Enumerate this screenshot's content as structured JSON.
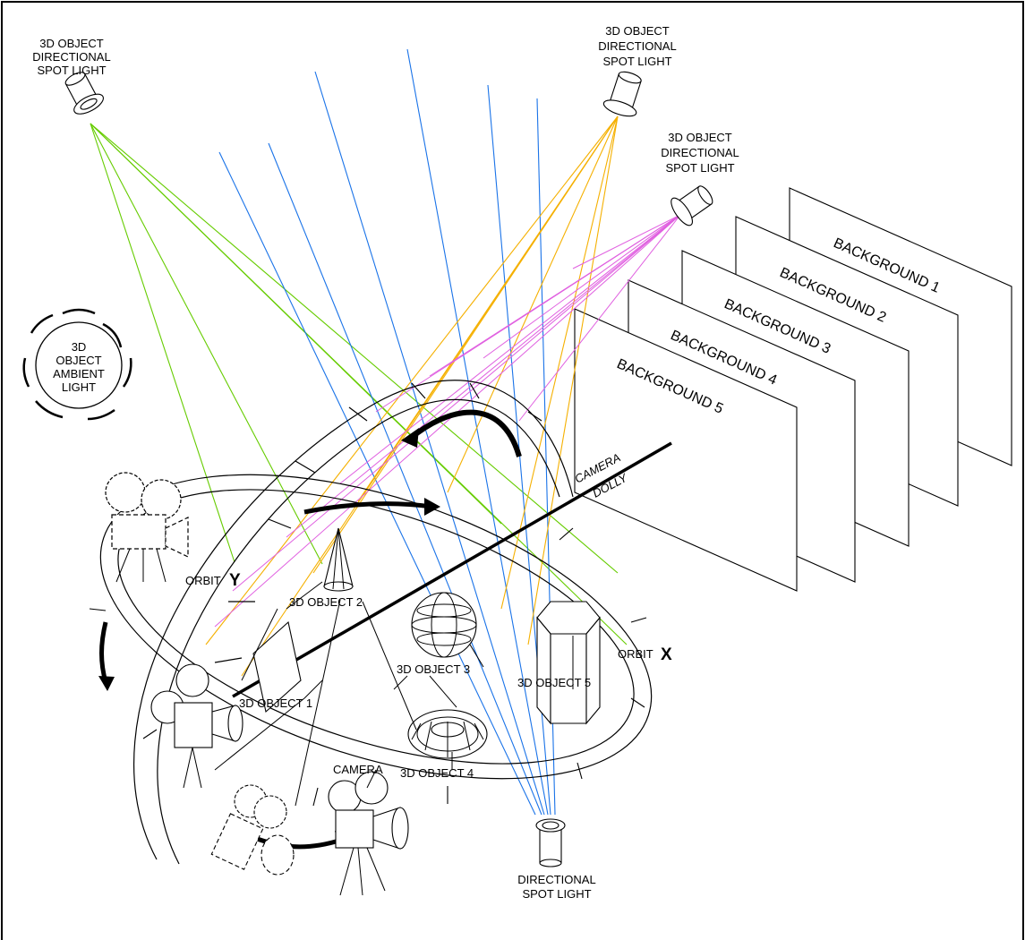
{
  "labels": {
    "spot_left": [
      "3D OBJECT",
      "DIRECTIONAL",
      "SPOT LIGHT"
    ],
    "spot_top_right": [
      "3D OBJECT",
      "DIRECTIONAL",
      "SPOT LIGHT"
    ],
    "spot_right": [
      "3D OBJECT",
      "DIRECTIONAL",
      "SPOT LIGHT"
    ],
    "ambient": [
      "3D",
      "OBJECT",
      "AMBIENT",
      "LIGHT"
    ],
    "backgrounds": [
      "BACKGROUND 1",
      "BACKGROUND 2",
      "BACKGROUND 3",
      "BACKGROUND 4",
      "BACKGROUND 5"
    ],
    "dolly": [
      "CAMERA",
      "DOLLY"
    ],
    "orbit_y_prefix": "ORBIT",
    "orbit_y_axis": "Y",
    "orbit_x_prefix": "ORBIT",
    "orbit_x_axis": "X",
    "object1": "3D OBJECT 1",
    "object2": "3D OBJECT 2",
    "object3": "3D OBJECT 3",
    "object4": "3D OBJECT 4",
    "object5": "3D OBJECT 5",
    "camera": "CAMERA",
    "bottom_spot": [
      "DIRECTIONAL",
      "SPOT LIGHT"
    ]
  },
  "colors": {
    "green_rays": "#66cc00",
    "blue_rays": "#1a73e8",
    "orange_rays": "#f5b000",
    "magenta_rays": "#e060e0",
    "outline": "#000000"
  },
  "icons": [
    "spot-light-icon",
    "ambient-light-icon",
    "movie-camera-icon",
    "curved-arrow-icon"
  ]
}
